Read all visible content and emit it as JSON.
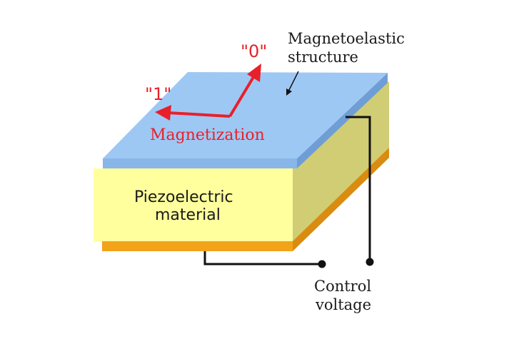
{
  "labels": {
    "magnetoelastic_line1": "Magnetoelastic",
    "magnetoelastic_line2": "structure",
    "state_zero": "\"0\"",
    "state_one": "\"1\"",
    "magnetization": "Magnetization",
    "piezo_line1": "Piezoelectric",
    "piezo_line2": "material",
    "control_line1": "Control",
    "control_line2": "voltage"
  },
  "colors": {
    "magnetoelastic_top": "#9ec8f4",
    "magnetoelastic_edge": "#6f9ed6",
    "piezo_front": "#ffff9e",
    "piezo_side": "#d1cd74",
    "electrode": "#f2a31a",
    "magnetization_arrow": "#e8202a",
    "wire": "#111111"
  }
}
